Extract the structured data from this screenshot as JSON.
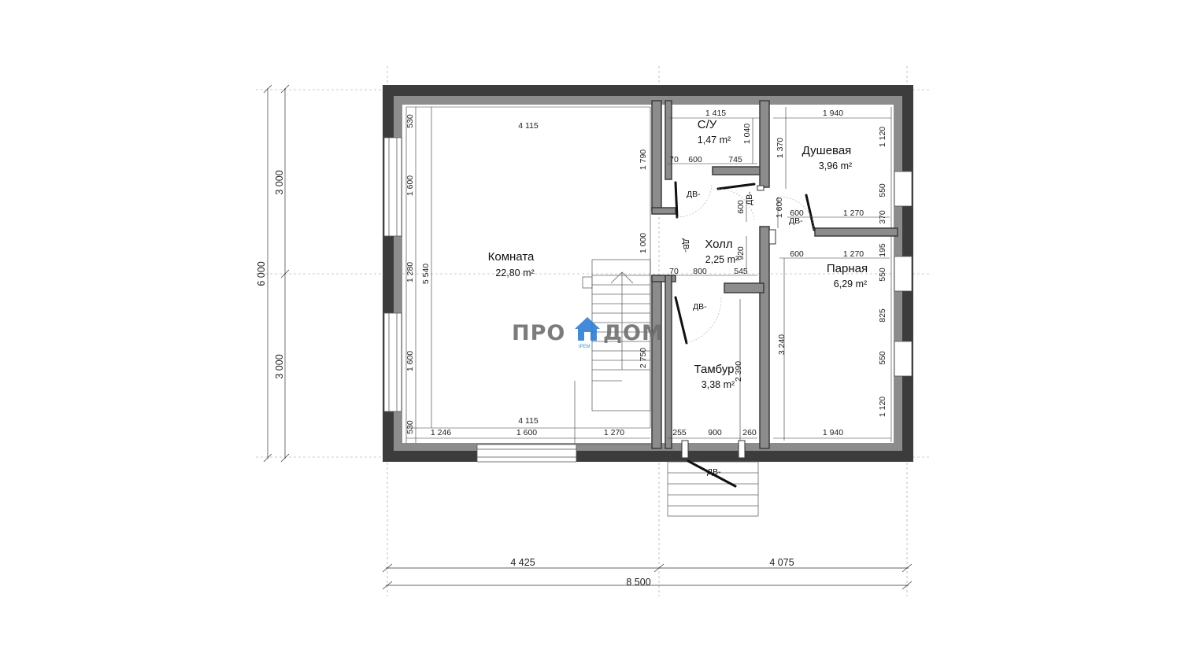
{
  "rooms": {
    "komnata": {
      "name": "Комната",
      "area": "22,80 m²"
    },
    "su": {
      "name": "С/У",
      "area": "1,47 m²"
    },
    "dushevaya": {
      "name": "Душевая",
      "area": "3,96 m²"
    },
    "holl": {
      "name": "Холл",
      "area": "2,25 m²"
    },
    "parnaya": {
      "name": "Парная",
      "area": "6,29 m²"
    },
    "tambur": {
      "name": "Тамбур",
      "area": "3,38 m²"
    }
  },
  "door_label": "ДВ-",
  "logo": {
    "left": "ПРО",
    "right": "ДОМ",
    "sub": "IPEM"
  },
  "outer_dims": {
    "bottom_left": "4 425",
    "bottom_right": "4 075",
    "bottom_total": "8 500",
    "left_top": "3 000",
    "left_bottom": "3 000",
    "left_total": "6 000"
  },
  "inner_dims": {
    "komnata_top_width": "4 115",
    "komnata_bottom_width": "4 115",
    "komnata_left_530_top": "530",
    "komnata_left_1600_top": "1 600",
    "komnata_left_1280": "1 280",
    "komnata_left_1600_bottom": "1 600",
    "komnata_left_530_bottom": "530",
    "komnata_height": "5 540",
    "komnata_bottom_1246": "1 246",
    "komnata_bottom_1600": "1 600",
    "komnata_bottom_1270": "1 270",
    "komnata_right_1790": "1 790",
    "komnata_right_1000": "1 000",
    "komnata_right_2750": "2 750",
    "su_width": "1 415",
    "su_height": "1 040",
    "su_70": "70",
    "su_600": "600",
    "su_745": "745",
    "dush_width": "1 940",
    "dush_height": "1 370",
    "dush_1120": "1 120",
    "dush_550": "550",
    "dush_370": "370",
    "dush_600": "600",
    "dush_1270": "1 270",
    "holl_600": "600",
    "holl_920": "920",
    "holl_1600": "1 600",
    "holl_70": "70",
    "holl_800": "800",
    "holl_545": "545",
    "par_600": "600",
    "par_1270": "1 270",
    "par_195": "195",
    "par_550_top": "550",
    "par_825": "825",
    "par_550_bottom": "550",
    "par_1120": "1 120",
    "par_height": "3 240",
    "par_width": "1 940",
    "tamb_height": "2 390",
    "tamb_255": "255",
    "tamb_900": "900",
    "tamb_260": "260"
  }
}
